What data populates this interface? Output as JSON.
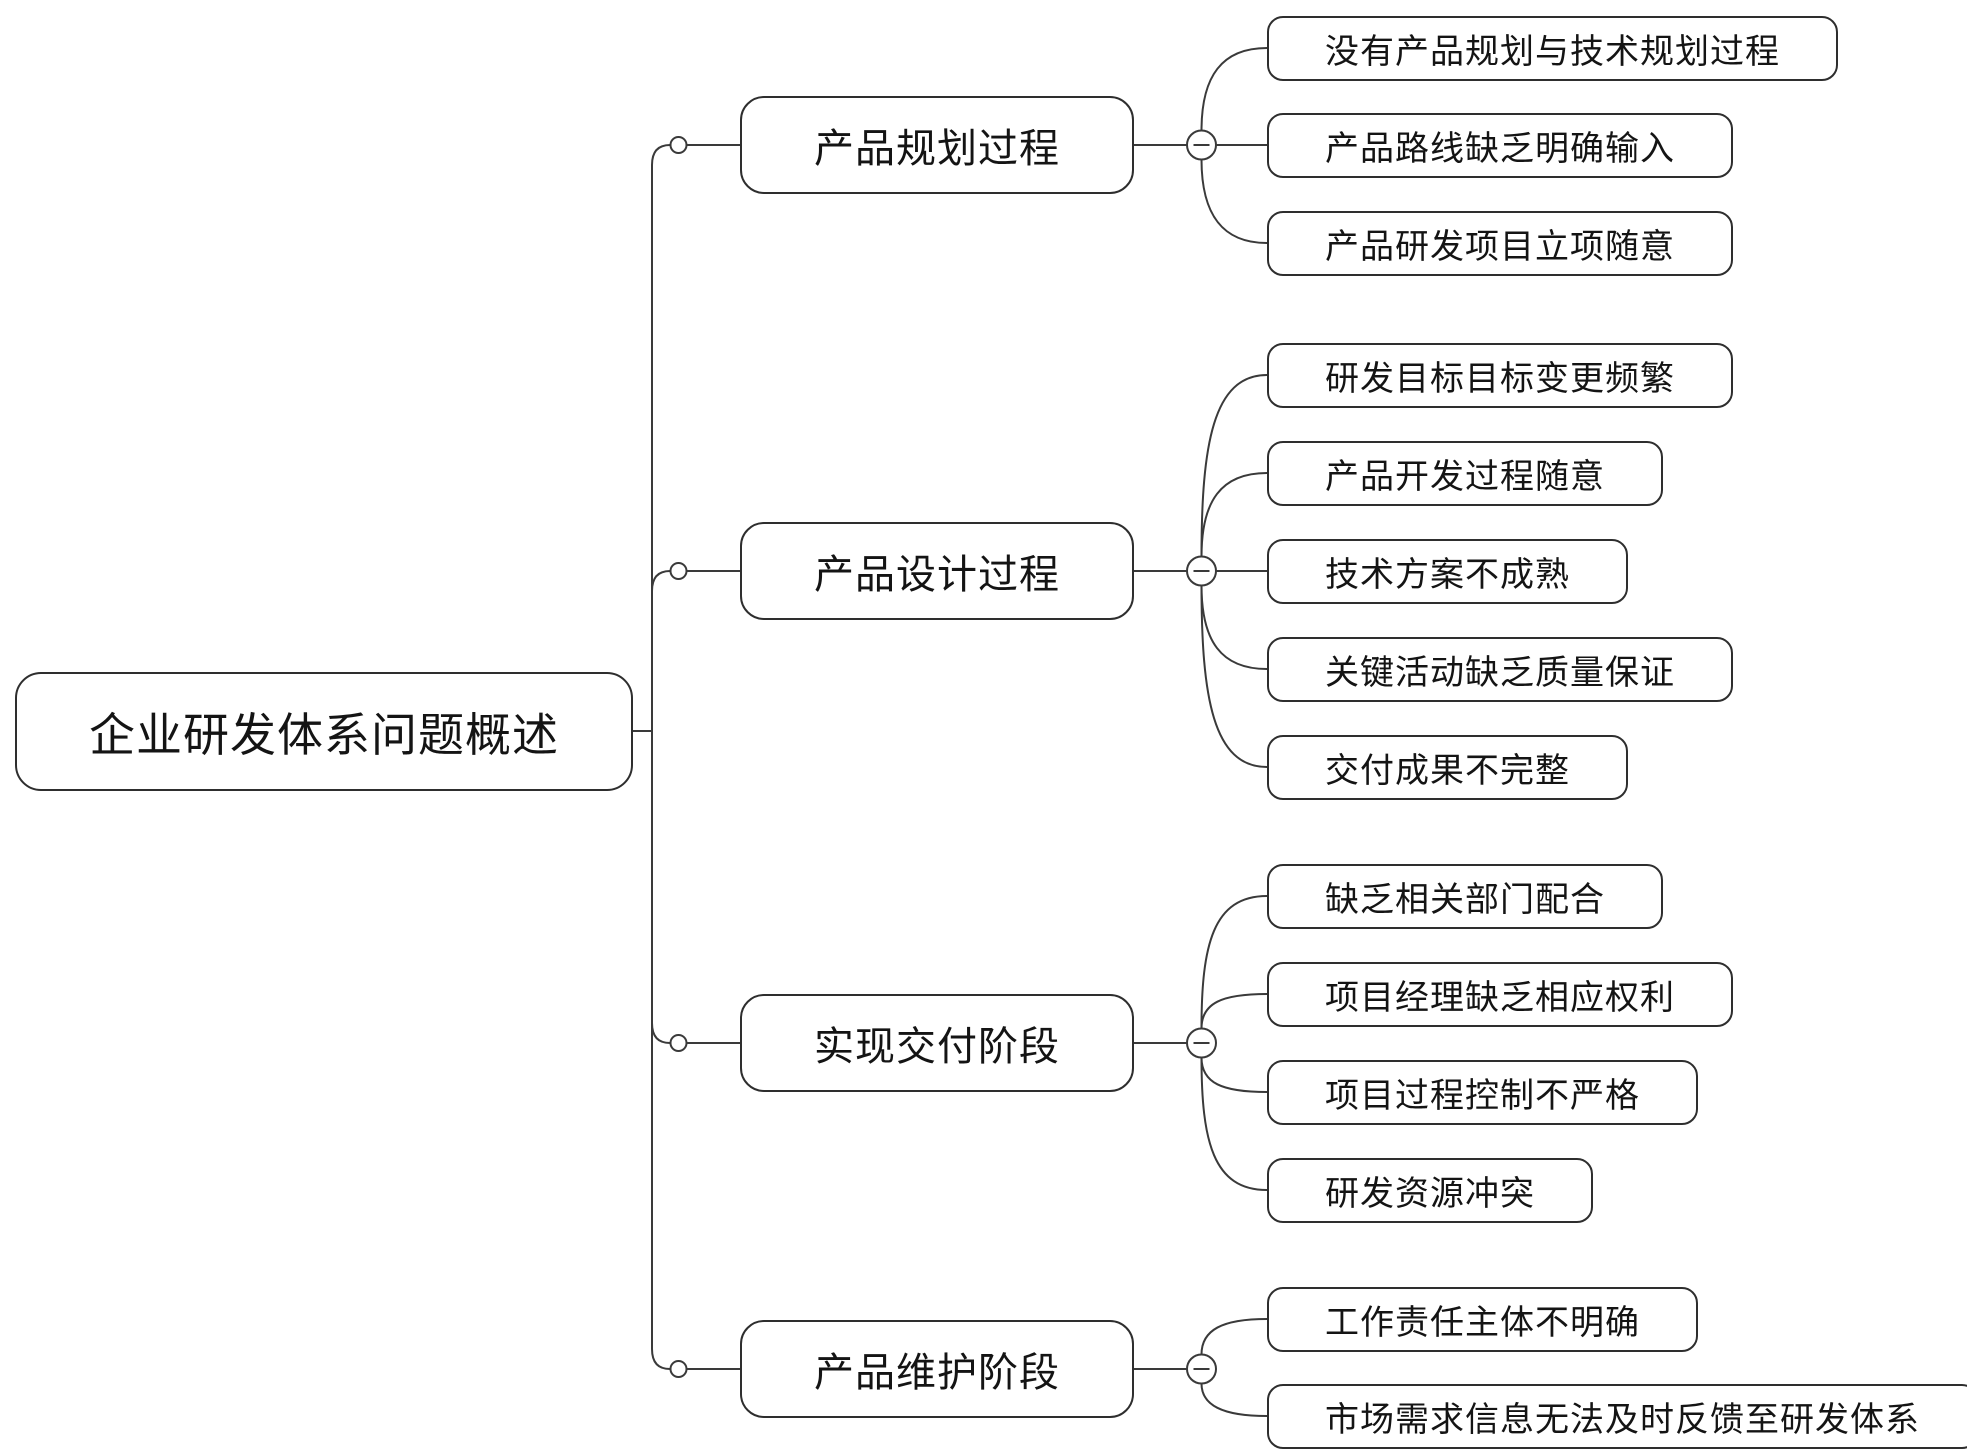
{
  "diagram": {
    "root_label": "企业研发体系问题概述",
    "branches": [
      {
        "label": "产品规划过程",
        "children": [
          "没有产品规划与技术规划过程",
          "产品路线缺乏明确输入",
          "产品研发项目立项随意"
        ]
      },
      {
        "label": "产品设计过程",
        "children": [
          "研发目标目标变更频繁",
          "产品开发过程随意",
          "技术方案不成熟",
          "关键活动缺乏质量保证",
          "交付成果不完整"
        ]
      },
      {
        "label": "实现交付阶段",
        "children": [
          "缺乏相关部门配合",
          "项目经理缺乏相应权利",
          "项目过程控制不严格",
          "研发资源冲突"
        ]
      },
      {
        "label": "产品维护阶段",
        "children": [
          "工作责任主体不明确",
          "市场需求信息无法及时反馈至研发体系"
        ]
      }
    ],
    "icons": {
      "collapse": "minus-circle",
      "junction": "circle-dot"
    },
    "colors": {
      "line": "#3a3a3a",
      "node_border": "#2e2e2e",
      "node_fill": "#ffffff",
      "text": "#141414",
      "background": "#ffffff"
    }
  }
}
